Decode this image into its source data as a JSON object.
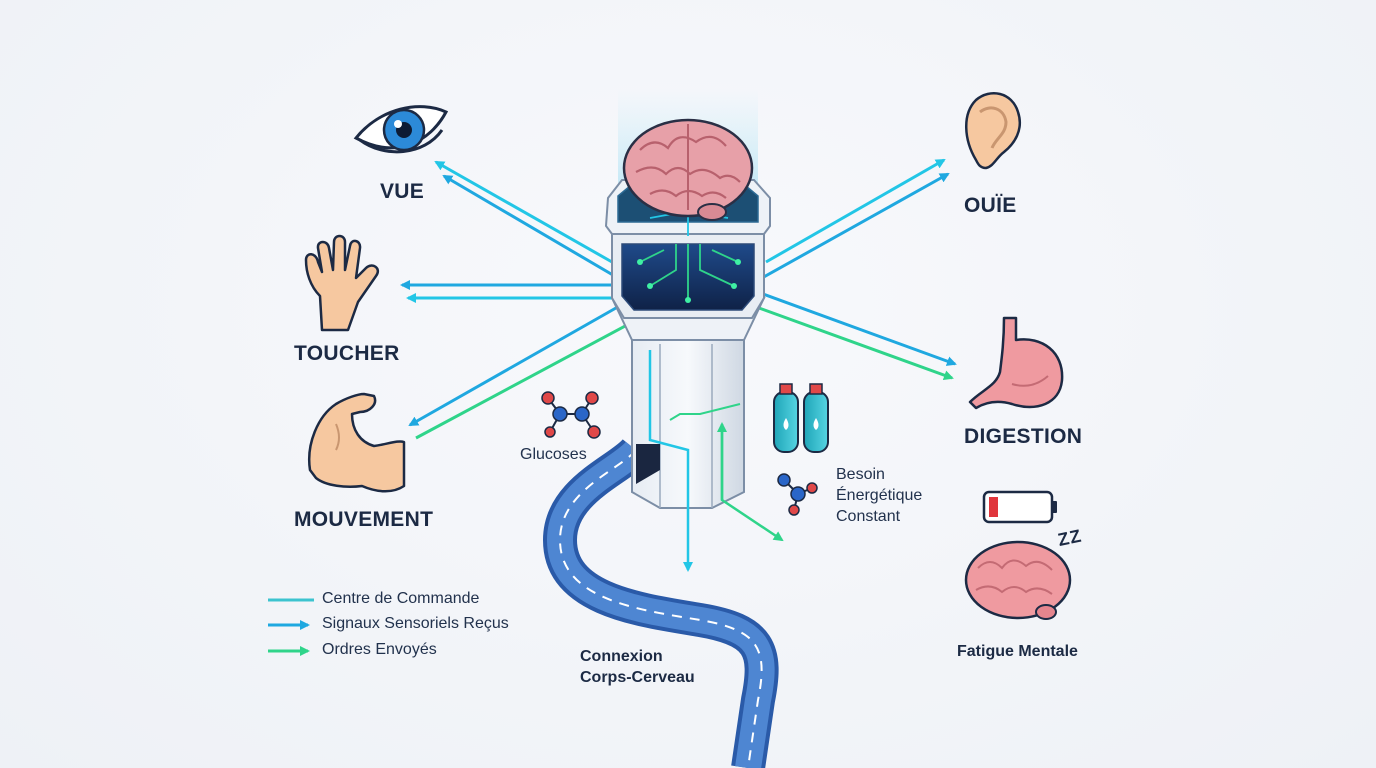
{
  "labels": {
    "vue": "VUE",
    "toucher": "TOUCHER",
    "mouvement": "MOUVEMENT",
    "ouie": "OUÏE",
    "digestion": "DIGESTION",
    "glucoses": "Glucoses",
    "besoin": [
      "Besoin",
      "Énergétique",
      "Constant"
    ],
    "connexion": [
      "Connexion",
      "Corps-Cerveau"
    ],
    "fatigue": "Fatigue Mentale",
    "sleep": "Z Z"
  },
  "legend": [
    {
      "label": "Centre de Commande",
      "color": "#3cc3cf",
      "arrow": false
    },
    {
      "label": "Signaux Sensoriels Reçus",
      "color": "#1fa8e0",
      "arrow": true
    },
    {
      "label": "Ordres Envoyés",
      "color": "#2fd48a",
      "arrow": true
    }
  ],
  "colors": {
    "signal": "#1fa8e0",
    "order": "#2fd48a",
    "command": "#3cc3cf",
    "text": "#1c2a44"
  },
  "icons": [
    "eye-icon",
    "hand-icon",
    "arm-muscle-icon",
    "ear-icon",
    "stomach-icon",
    "battery-low-icon",
    "sleeping-brain-icon",
    "molecule-icon",
    "oxygen-tank-icon",
    "road-icon",
    "brain-icon"
  ]
}
